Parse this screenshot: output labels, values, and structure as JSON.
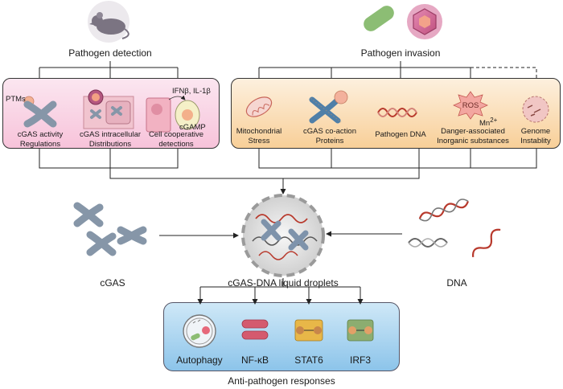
{
  "top": {
    "pathogen_detection": "Pathogen detection",
    "pathogen_invasion": "Pathogen invasion"
  },
  "detection_panel": {
    "ptms": "PTMs",
    "ifn": "IFNβ, IL-1β",
    "cgamp": "cGAMP",
    "items": [
      {
        "line1": "cGAS activity",
        "line2": "Regulations"
      },
      {
        "line1": "cGAS intracellular",
        "line2": "Distributions"
      },
      {
        "line1": "Cell cooperative",
        "line2": "detections"
      }
    ]
  },
  "invasion_panel": {
    "ros": "ROS",
    "mn": "Mn",
    "mn_sup": "2+",
    "items": [
      {
        "line1": "Mitochondrial",
        "line2": "Stress"
      },
      {
        "line1": "cGAS co-action",
        "line2": "Proteins"
      },
      {
        "line1": "Pathogen DNA",
        "line2": ""
      },
      {
        "line1": "Danger-associated",
        "line2": "Inorganic substances"
      },
      {
        "line1": "Genome",
        "line2": "Instablity"
      }
    ]
  },
  "middle": {
    "cgas": "cGAS",
    "droplets": "cGAS-DNA liquid droplets",
    "dna": "DNA"
  },
  "responses": {
    "items": [
      "Autophagy",
      "NF-κB",
      "STAT6",
      "IRF3"
    ],
    "title": "Anti-pathogen responses"
  },
  "colors": {
    "pink_panel": "#f7c3da",
    "orange_panel": "#f8cf98",
    "blue_panel": "#8cc4ea",
    "cgas_protein": "#8696a8",
    "dna_red": "#b8392c"
  }
}
